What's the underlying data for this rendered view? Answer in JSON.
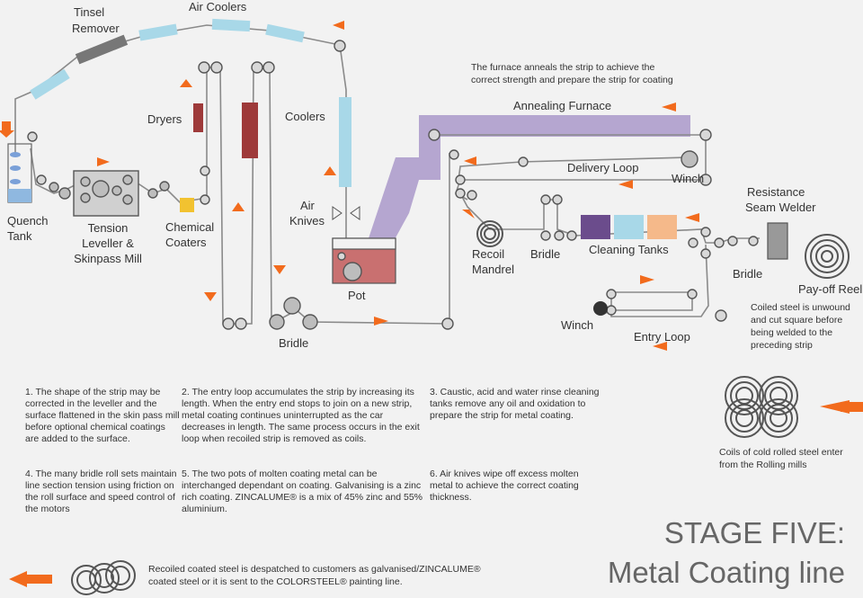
{
  "labels": {
    "tinsel_remover": [
      "Tinsel",
      "Remover"
    ],
    "air_coolers": "Air Coolers",
    "quench_tank": [
      "Quench",
      "Tank"
    ],
    "tension_leveller": [
      "Tension",
      "Leveller &",
      "Skinpass Mill"
    ],
    "dryers": "Dryers",
    "chemical_coaters": [
      "Chemical",
      "Coaters"
    ],
    "coolers": "Coolers",
    "air_knives": [
      "Air",
      "Knives"
    ],
    "pot": "Pot",
    "bridle_bottom": "Bridle",
    "annealing_furnace": "Annealing Furnace",
    "furnace_note": [
      "The furnace anneals the strip to achieve the",
      "correct strength and prepare the strip for coating"
    ],
    "delivery_loop": "Delivery Loop",
    "winch_upper": "Winch",
    "recoil_mandrel": [
      "Recoil",
      "Mandrel"
    ],
    "bridle_middle": "Bridle",
    "cleaning_tanks": "Cleaning Tanks",
    "resistance_welder": [
      "Resistance",
      "Seam Welder"
    ],
    "bridle_right": "Bridle",
    "payoff_reel": "Pay-off Reel",
    "payoff_note": [
      "Coiled steel is unwound",
      "and cut square before",
      "being welded to the",
      "preceding strip"
    ],
    "winch_lower": "Winch",
    "entry_loop": "Entry Loop",
    "coils_note": [
      "Coils of cold rolled steel enter",
      "from the Rolling mills"
    ],
    "despatch_note": [
      "Recoiled coated steel is despatched to customers as galvanised/ZINCALUME®",
      "coated steel or it is sent to the  COLORSTEEL® painting line."
    ]
  },
  "notes": [
    "1. The shape of the strip may be corrected in the leveller and the surface flattened in the skin pass mill before optional chemical coatings are added to the surface.",
    "2. The entry loop accumulates the strip by increasing its length. When the entry end stops to join on a new strip, metal coating continues uninterrupted as the car decreases in length. The same process occurs in the exit loop when recoiled strip is removed as coils.",
    "3. Caustic, acid and water rinse cleaning tanks remove any oil and oxidation to prepare the strip for metal coating.",
    "4. The many bridle roll sets maintain line section tension using friction on the roll surface and speed control of the motors",
    "5. The two pots of molten coating metal can be interchanged dependant on coating. Galvanising is a zinc rich coating. ZINCALUME® is a mix of 45% zinc and 55% aluminium.",
    "6. Air knives wipe off excess molten metal to achieve the correct coating thickness."
  ],
  "title": {
    "line1": "STAGE FIVE:",
    "line2": "Metal Coating line"
  },
  "colors": {
    "furnace": "#a08cc4",
    "arrow": "#f26b1d",
    "cooler": "#a8d8e8",
    "dryer": "#9e3a3a",
    "coater": "#f2c230",
    "tank_purple": "#6b4c8c",
    "tank_blue": "#a8d8e8",
    "tank_orange": "#f5b98a",
    "pot": "#c97070"
  }
}
